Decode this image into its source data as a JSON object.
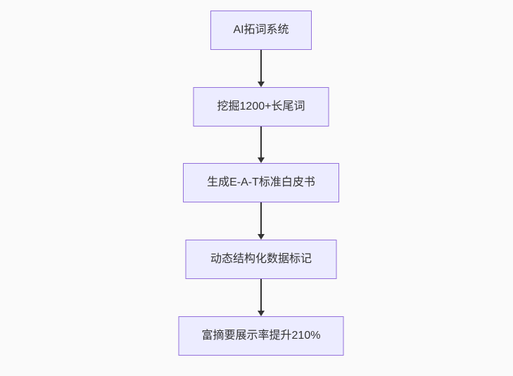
{
  "diagram": {
    "type": "flowchart",
    "direction": "top-down",
    "nodes": [
      {
        "label": "AI拓词系统"
      },
      {
        "label": "挖掘1200+长尾词"
      },
      {
        "label": "生成E-A-T标准白皮书"
      },
      {
        "label": "动态结构化数据标记"
      },
      {
        "label": "富摘要展示率提升210%"
      }
    ],
    "edges": [
      {
        "from": 0,
        "to": 1,
        "style": "arrow-down"
      },
      {
        "from": 1,
        "to": 2,
        "style": "arrow-down"
      },
      {
        "from": 2,
        "to": 3,
        "style": "arrow-down"
      },
      {
        "from": 3,
        "to": 4,
        "style": "arrow-down"
      }
    ],
    "colors": {
      "node_fill": "#ECECFF",
      "node_border": "#9370DB",
      "node_text": "#333333",
      "edge": "#333333",
      "background": "#FAFAFA"
    }
  }
}
